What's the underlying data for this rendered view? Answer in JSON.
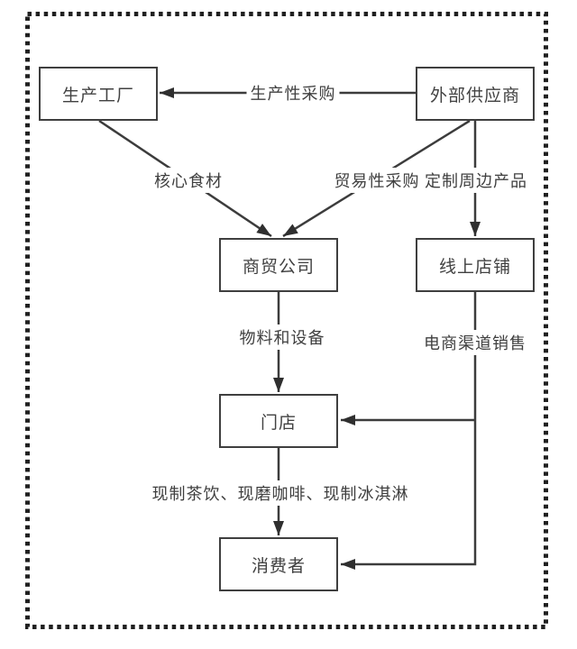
{
  "diagram": {
    "title": "supply-chain-flowchart",
    "nodes": {
      "production_factory": {
        "label": "生产工厂"
      },
      "external_supplier": {
        "label": "外部供应商"
      },
      "trading_company": {
        "label": "商贸公司"
      },
      "online_store": {
        "label": "线上店铺"
      },
      "retail_store": {
        "label": "门店"
      },
      "consumer": {
        "label": "消费者"
      }
    },
    "edges": {
      "supplier_to_factory": {
        "label": "生产性采购",
        "from": "外部供应商",
        "to": "生产工厂"
      },
      "factory_to_trading": {
        "label": "核心食材",
        "from": "生产工厂",
        "to": "商贸公司"
      },
      "supplier_to_trading": {
        "label": "贸易性采购",
        "from": "外部供应商",
        "to": "商贸公司"
      },
      "supplier_to_online_store": {
        "label": "定制周边产品",
        "from": "外部供应商",
        "to": "线上店铺"
      },
      "trading_to_retail": {
        "label": "物料和设备",
        "from": "商贸公司",
        "to": "门店"
      },
      "online_to_retail_consumer": {
        "label": "电商渠道销售",
        "from": "线上店铺",
        "to": "门店 / 消费者"
      },
      "retail_to_consumer": {
        "label": "现制茶饮、现磨咖啡、现制冰淇淋",
        "from": "门店",
        "to": "消费者"
      }
    },
    "colors": {
      "line": "#3c3c3c",
      "box_border": "#3f3f3f",
      "text": "#3f3f3f",
      "border_dots": "#202020",
      "background": "#ffffff"
    }
  }
}
